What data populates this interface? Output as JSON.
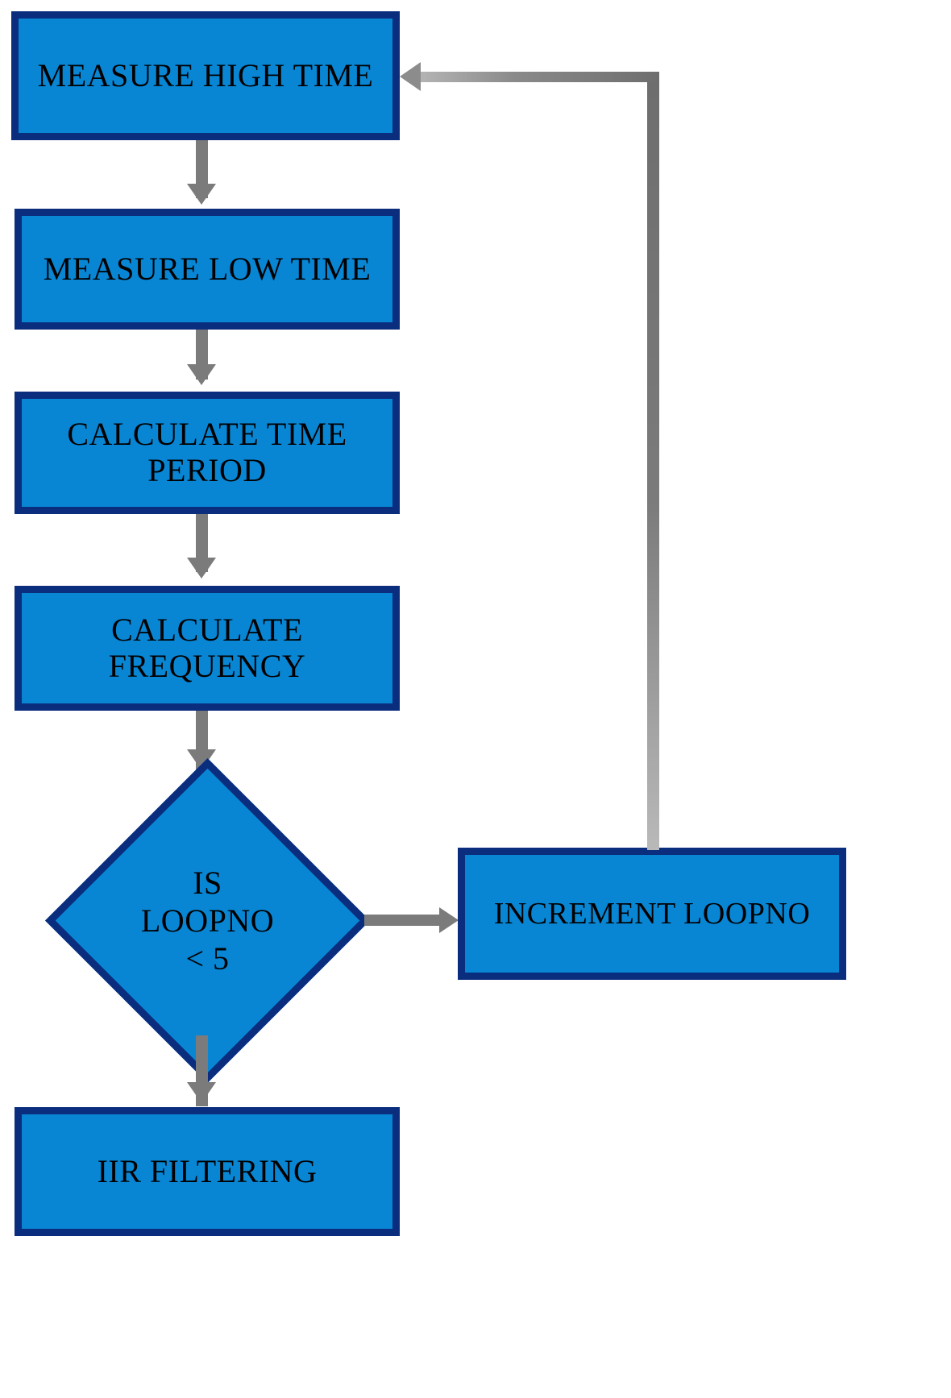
{
  "diagram": {
    "type": "flowchart",
    "title": "",
    "colors": {
      "node_fill": "#0886D4",
      "node_border": "#0A2D7E",
      "connector": "#7B7B7B",
      "text": "#000000",
      "background": "#FFFFFF"
    },
    "nodes": [
      {
        "id": "measure-high-time",
        "shape": "process",
        "label": "MEASURE HIGH TIME"
      },
      {
        "id": "measure-low-time",
        "shape": "process",
        "label": "MEASURE LOW TIME"
      },
      {
        "id": "calculate-time-period",
        "shape": "process",
        "label": "CALCULATE TIME\nPERIOD"
      },
      {
        "id": "calculate-frequency",
        "shape": "process",
        "label": "CALCULATE\nFREQUENCY"
      },
      {
        "id": "is-loopno-less-than-5",
        "shape": "decision",
        "label": "IS\nLOOPNO\n< 5"
      },
      {
        "id": "increment-loopno",
        "shape": "process",
        "label": "INCREMENT LOOPNO"
      },
      {
        "id": "iir-filtering",
        "shape": "process",
        "label": "IIR FILTERING"
      }
    ],
    "edges": [
      {
        "from": "measure-high-time",
        "to": "measure-low-time",
        "label": ""
      },
      {
        "from": "measure-low-time",
        "to": "calculate-time-period",
        "label": ""
      },
      {
        "from": "calculate-time-period",
        "to": "calculate-frequency",
        "label": ""
      },
      {
        "from": "calculate-frequency",
        "to": "is-loopno-less-than-5",
        "label": ""
      },
      {
        "from": "is-loopno-less-than-5",
        "to": "increment-loopno",
        "label": ""
      },
      {
        "from": "is-loopno-less-than-5",
        "to": "iir-filtering",
        "label": ""
      },
      {
        "from": "increment-loopno",
        "to": "measure-high-time",
        "label": ""
      }
    ]
  }
}
